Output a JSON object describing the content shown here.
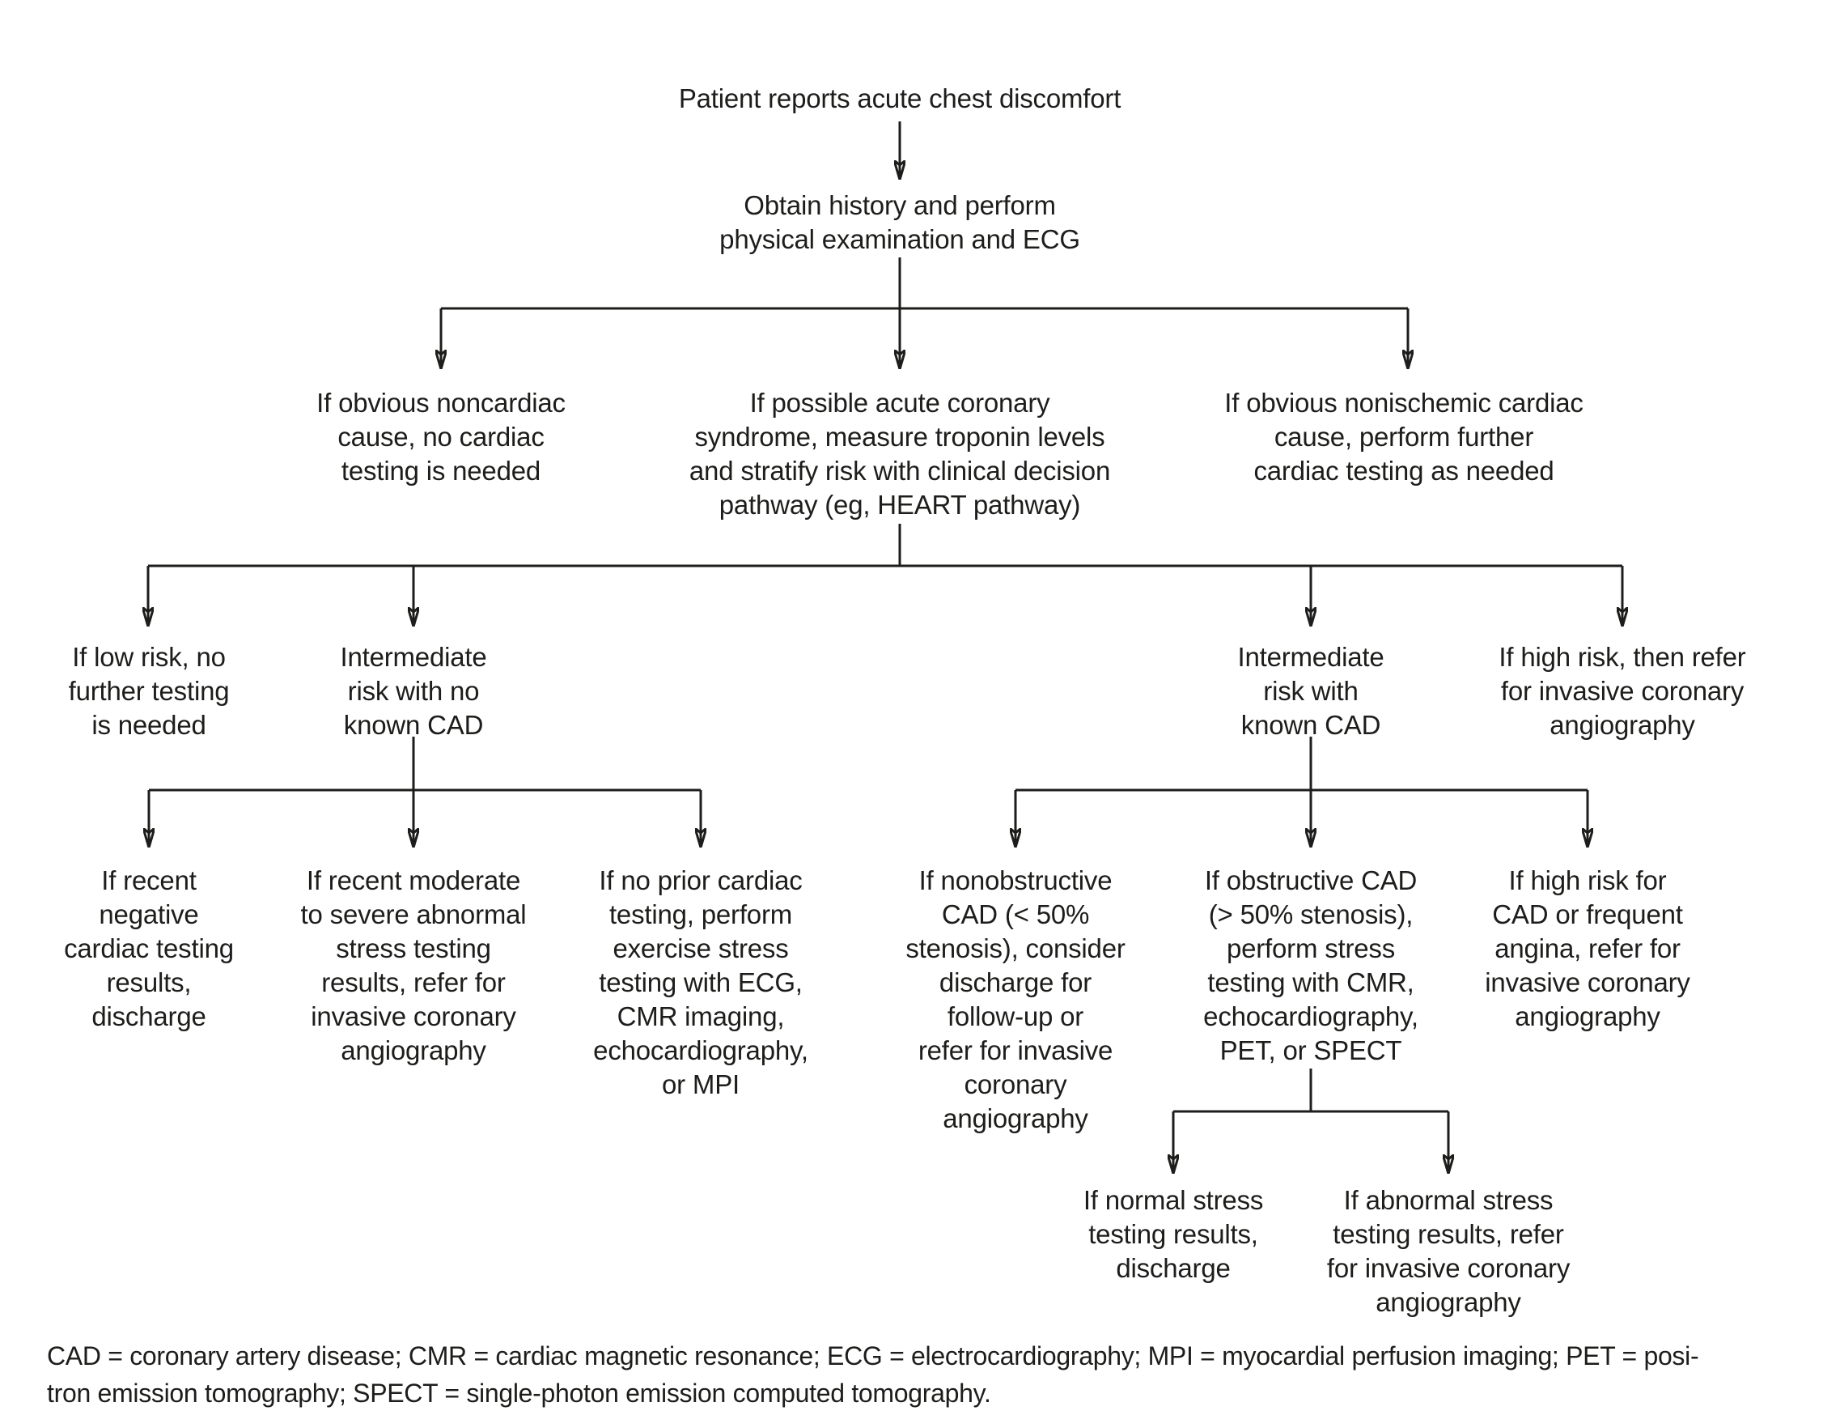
{
  "diagram": {
    "type": "flowchart",
    "text_color": "#1d1d1b",
    "background_color": "#ffffff",
    "nodes": {
      "root": "Patient reports acute chest discomfort",
      "obtain": "Obtain history and perform\nphysical examination and ECG",
      "noncardiac": "If obvious noncardiac\ncause, no cardiac\ntesting is needed",
      "acs": "If possible acute coronary\nsyndrome, measure troponin levels\nand stratify risk with clinical decision\npathway (eg, HEART pathway)",
      "nonischemic": "If obvious nonischemic cardiac\ncause, perform further\ncardiac testing as needed",
      "low_risk": "If low risk, no\nfurther testing\nis needed",
      "intermediate_no_cad": "Intermediate\nrisk with no\nknown CAD",
      "intermediate_known_cad": "Intermediate\nrisk with\nknown CAD",
      "high_risk": "If high risk, then refer\nfor invasive coronary\nangiography",
      "recent_negative": "If recent\nnegative\ncardiac testing\nresults,\ndischarge",
      "recent_moderate": "If recent moderate\nto severe abnormal\nstress testing\nresults, refer for\ninvasive coronary\nangiography",
      "no_prior_testing": "If no prior cardiac\ntesting, perform\nexercise stress\ntesting with ECG,\nCMR imaging,\nechocardiography,\nor MPI",
      "nonobstructive": "If nonobstructive\nCAD (< 50%\nstenosis), consider\ndischarge for\nfollow-up or\nrefer for invasive\ncoronary\nangiography",
      "obstructive": "If obstructive CAD\n(> 50% stenosis),\nperform stress\ntesting with CMR,\nechocardiography,\nPET, or SPECT",
      "high_risk_cad": "If high risk for\nCAD or frequent\nangina, refer for\ninvasive coronary\nangiography",
      "normal_stress": "If normal stress\ntesting results,\ndischarge",
      "abnormal_stress": "If abnormal stress\ntesting results, refer\nfor invasive coronary\nangiography"
    },
    "footnote": "CAD = coronary artery disease; CMR = cardiac magnetic resonance; ECG = electrocardiography; MPI = myocardial perfusion imaging; PET = posi-\ntron emission tomography; SPECT = single-photon emission computed tomography."
  }
}
